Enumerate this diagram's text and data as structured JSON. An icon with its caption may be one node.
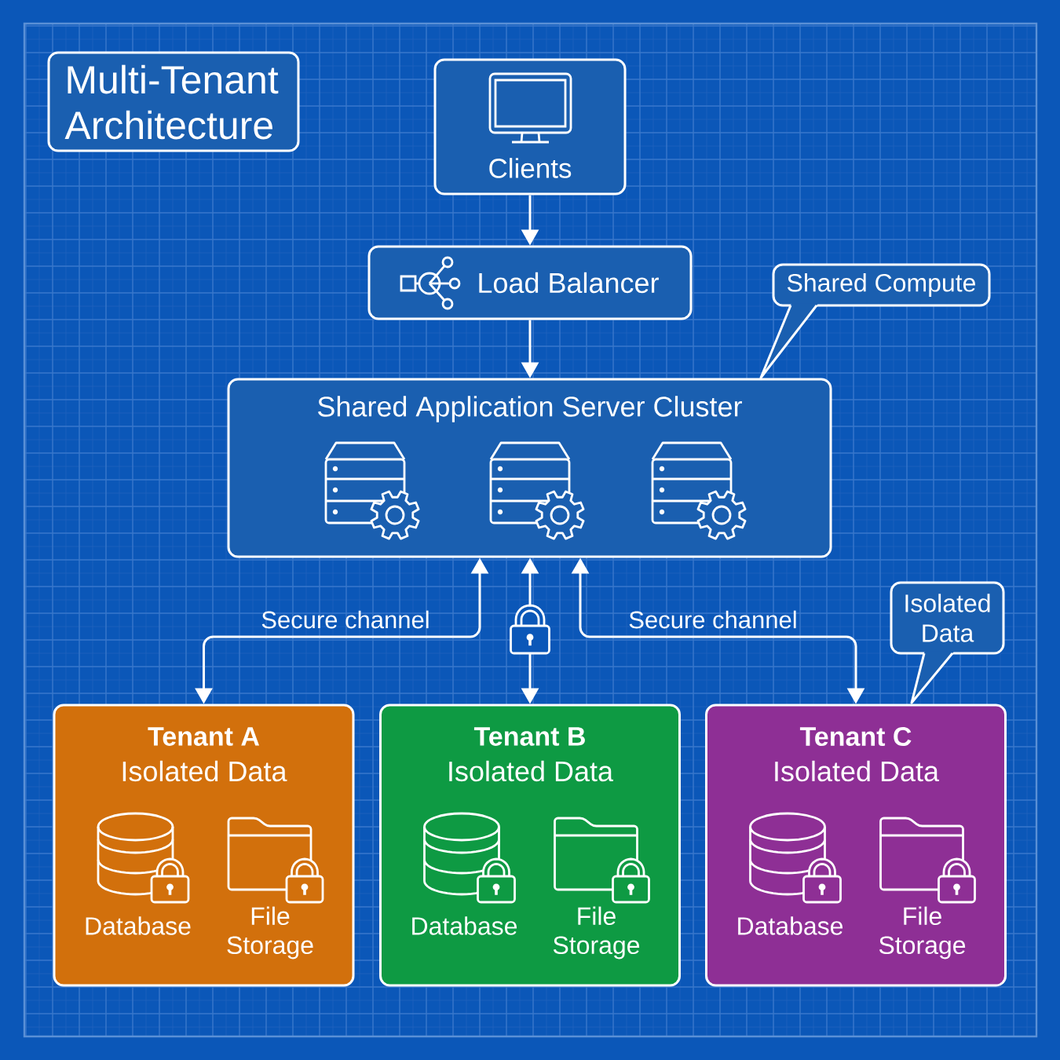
{
  "diagram": {
    "title": "Multi-Tenant Architecture",
    "nodes": [
      {
        "text": [
          "Clients"
        ]
      },
      {
        "text": [
          "Load Balancer"
        ]
      },
      {
        "text": [
          "Shared Compute"
        ]
      },
      {
        "text": [
          "Shared Application Server Cluster"
        ]
      },
      {
        "text": [
          "Isolated Data"
        ]
      },
      {
        "text": [
          "Tenant A",
          "Isolated Data"
        ]
      },
      {
        "text": [
          "Tenant B",
          "Isolated Data"
        ]
      },
      {
        "text": [
          "Tenant C",
          "Isolated Data"
        ]
      }
    ],
    "edges": [
      {
        "from": 0,
        "to": 1,
        "arrow": "to"
      },
      {
        "from": 1,
        "to": 3,
        "arrow": "to"
      },
      {
        "from": 3,
        "to": 5,
        "arrow": "both",
        "label": "Secure channel"
      },
      {
        "from": 3,
        "to": 6,
        "arrow": "both"
      },
      {
        "from": 3,
        "to": 7,
        "arrow": "both",
        "label": "Secure channel"
      }
    ],
    "labels": [
      "Database",
      "File Storage",
      "Database",
      "File Storage",
      "Database",
      "File Storage"
    ]
  }
}
